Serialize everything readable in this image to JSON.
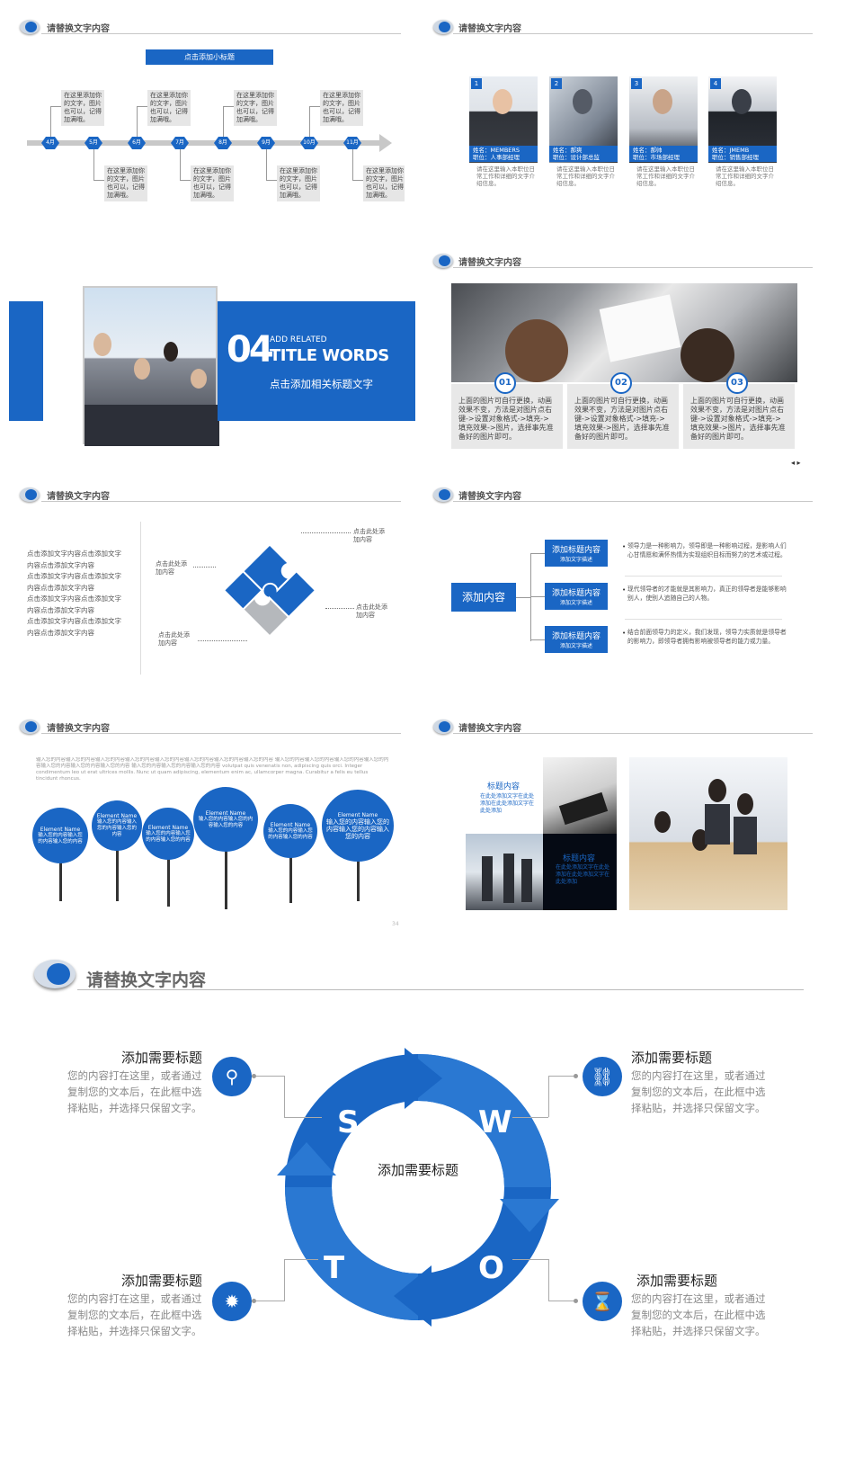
{
  "slide1": {
    "header": "请替换文字内容",
    "subtitle_btn": "点击添加小标题",
    "months": [
      "4月",
      "5月",
      "6月",
      "7月",
      "8月",
      "9月",
      "10月",
      "11月"
    ],
    "top_text": "在这里添加你的文字，图片也可以，记得加满哦。",
    "bottom_text": "在这里添加你的文字，图片也可以，记得加满哦。"
  },
  "slide2": {
    "header": "请替换文字内容",
    "members": [
      {
        "num": "1",
        "name": "姓名：MEMBERS",
        "role": "职位：人事部经理",
        "desc": "请在这里输入本职位日常工作和详细的文字介绍信息。"
      },
      {
        "num": "2",
        "name": "姓名：郝爽",
        "role": "职位：设计部总监",
        "desc": "请在这里输入本职位日常工作和详细的文字介绍信息。"
      },
      {
        "num": "3",
        "name": "姓名：郝帅",
        "role": "职位：市场部经理",
        "desc": "请在这里输入本职位日常工作和详细的文字介绍信息。"
      },
      {
        "num": "4",
        "name": "姓名：JMEMB",
        "role": "职位：销售部经理",
        "desc": "请在这里输入本职位日常工作和详细的文字介绍信息。"
      }
    ]
  },
  "slide3": {
    "number": "04",
    "en_small": "ADD RELATED",
    "en_big": "TITLE WORDS",
    "cn": "点击添加相关标题文字"
  },
  "slide4": {
    "header": "请替换文字内容",
    "items": [
      {
        "num": "01",
        "text": "上面的图片可自行更换，动画效果不变，方法是对图片点右键->设置对象格式->填充->填充效果->图片，选择事先准备好的图片即可。"
      },
      {
        "num": "02",
        "text": "上面的图片可自行更换，动画效果不变，方法是对图片点右键->设置对象格式->填充->填充效果->图片，选择事先准备好的图片即可。"
      },
      {
        "num": "03",
        "text": "上面的图片可自行更换，动画效果不变，方法是对图片点右键->设置对象格式->填充->填充效果->图片，选择事先准备好的图片即可。"
      }
    ]
  },
  "slide5": {
    "header": "请替换文字内容",
    "left_lines": [
      "点击添加文字内容点击添加文字",
      "内容点击添加文字内容",
      "点击添加文字内容点击添加文字",
      "内容点击添加文字内容",
      "点击添加文字内容点击添加文字",
      "内容点击添加文字内容",
      "点击添加文字内容点击添加文字",
      "内容点击添加文字内容"
    ],
    "labels": [
      "点击此处添加内容",
      "点击此处添加内容",
      "点击此处添加内容",
      "点击此处添加内容"
    ]
  },
  "slide6": {
    "header": "请替换文字内容",
    "main": "添加内容",
    "btn_title": "添加标题内容",
    "btn_sub": "添加文字描述",
    "texts": [
      "领导力是一种影响力，领导即是一种影响过程，是影响人们心甘情愿和满怀热情为实现组织目标而努力的艺术或过程。",
      "现代领导者的才能就是其影响力，真正的领导者是能够影响别人，使别人追随自己的人物。",
      "结合前面领导力的定义，我们发现，领导力实质就是领导者的影响力，即领导者拥有影响被领导者的能力或力量。"
    ]
  },
  "slide7": {
    "header": "请替换文字内容",
    "para": "输入您的内容输入您的内容输入您的内容输入您的内容输入您的内容输入您的内容输入您的内容输入您的内容 输入您的内容输入您的内容输入您的内容输入您的内容输入您的内容输入您的内容输入您的内容 输入您的内容输入您的内容输入您的内容 volutpat quis venenatis non, adipiscing quis orci. Integer condimentum leo ut erat ultrices mollis. Nunc ut quam adipiscing, elementum enim ac, ullamcorper magna. Curabitur a felis eu tellus tincidunt rhoncus.",
    "tree_title": "Element Name",
    "tree_text": "输入您的内容输入您的内容输入您的内容",
    "tree_last": "输入您的内容输入您的内容输入您的内容输入您的内容",
    "page": "34"
  },
  "slide8": {
    "header": "请替换文字内容",
    "t1": "标题内容",
    "d1": "在此处添加文字在此处添加在此处添加文字在此处添加",
    "t2": "标题内容",
    "d2": "在此处添加文字在此处添加在此处添加文字在此处添加"
  },
  "swot": {
    "header": "请替换文字内容",
    "center": "添加需要标题",
    "letters": [
      "S",
      "W",
      "T",
      "O"
    ],
    "title": "添加需要标题",
    "text": "您的内容打在这里，或者通过复制您的文本后，在此框中选择粘贴，并选择只保留文字。",
    "accent": "#1a66c4"
  }
}
